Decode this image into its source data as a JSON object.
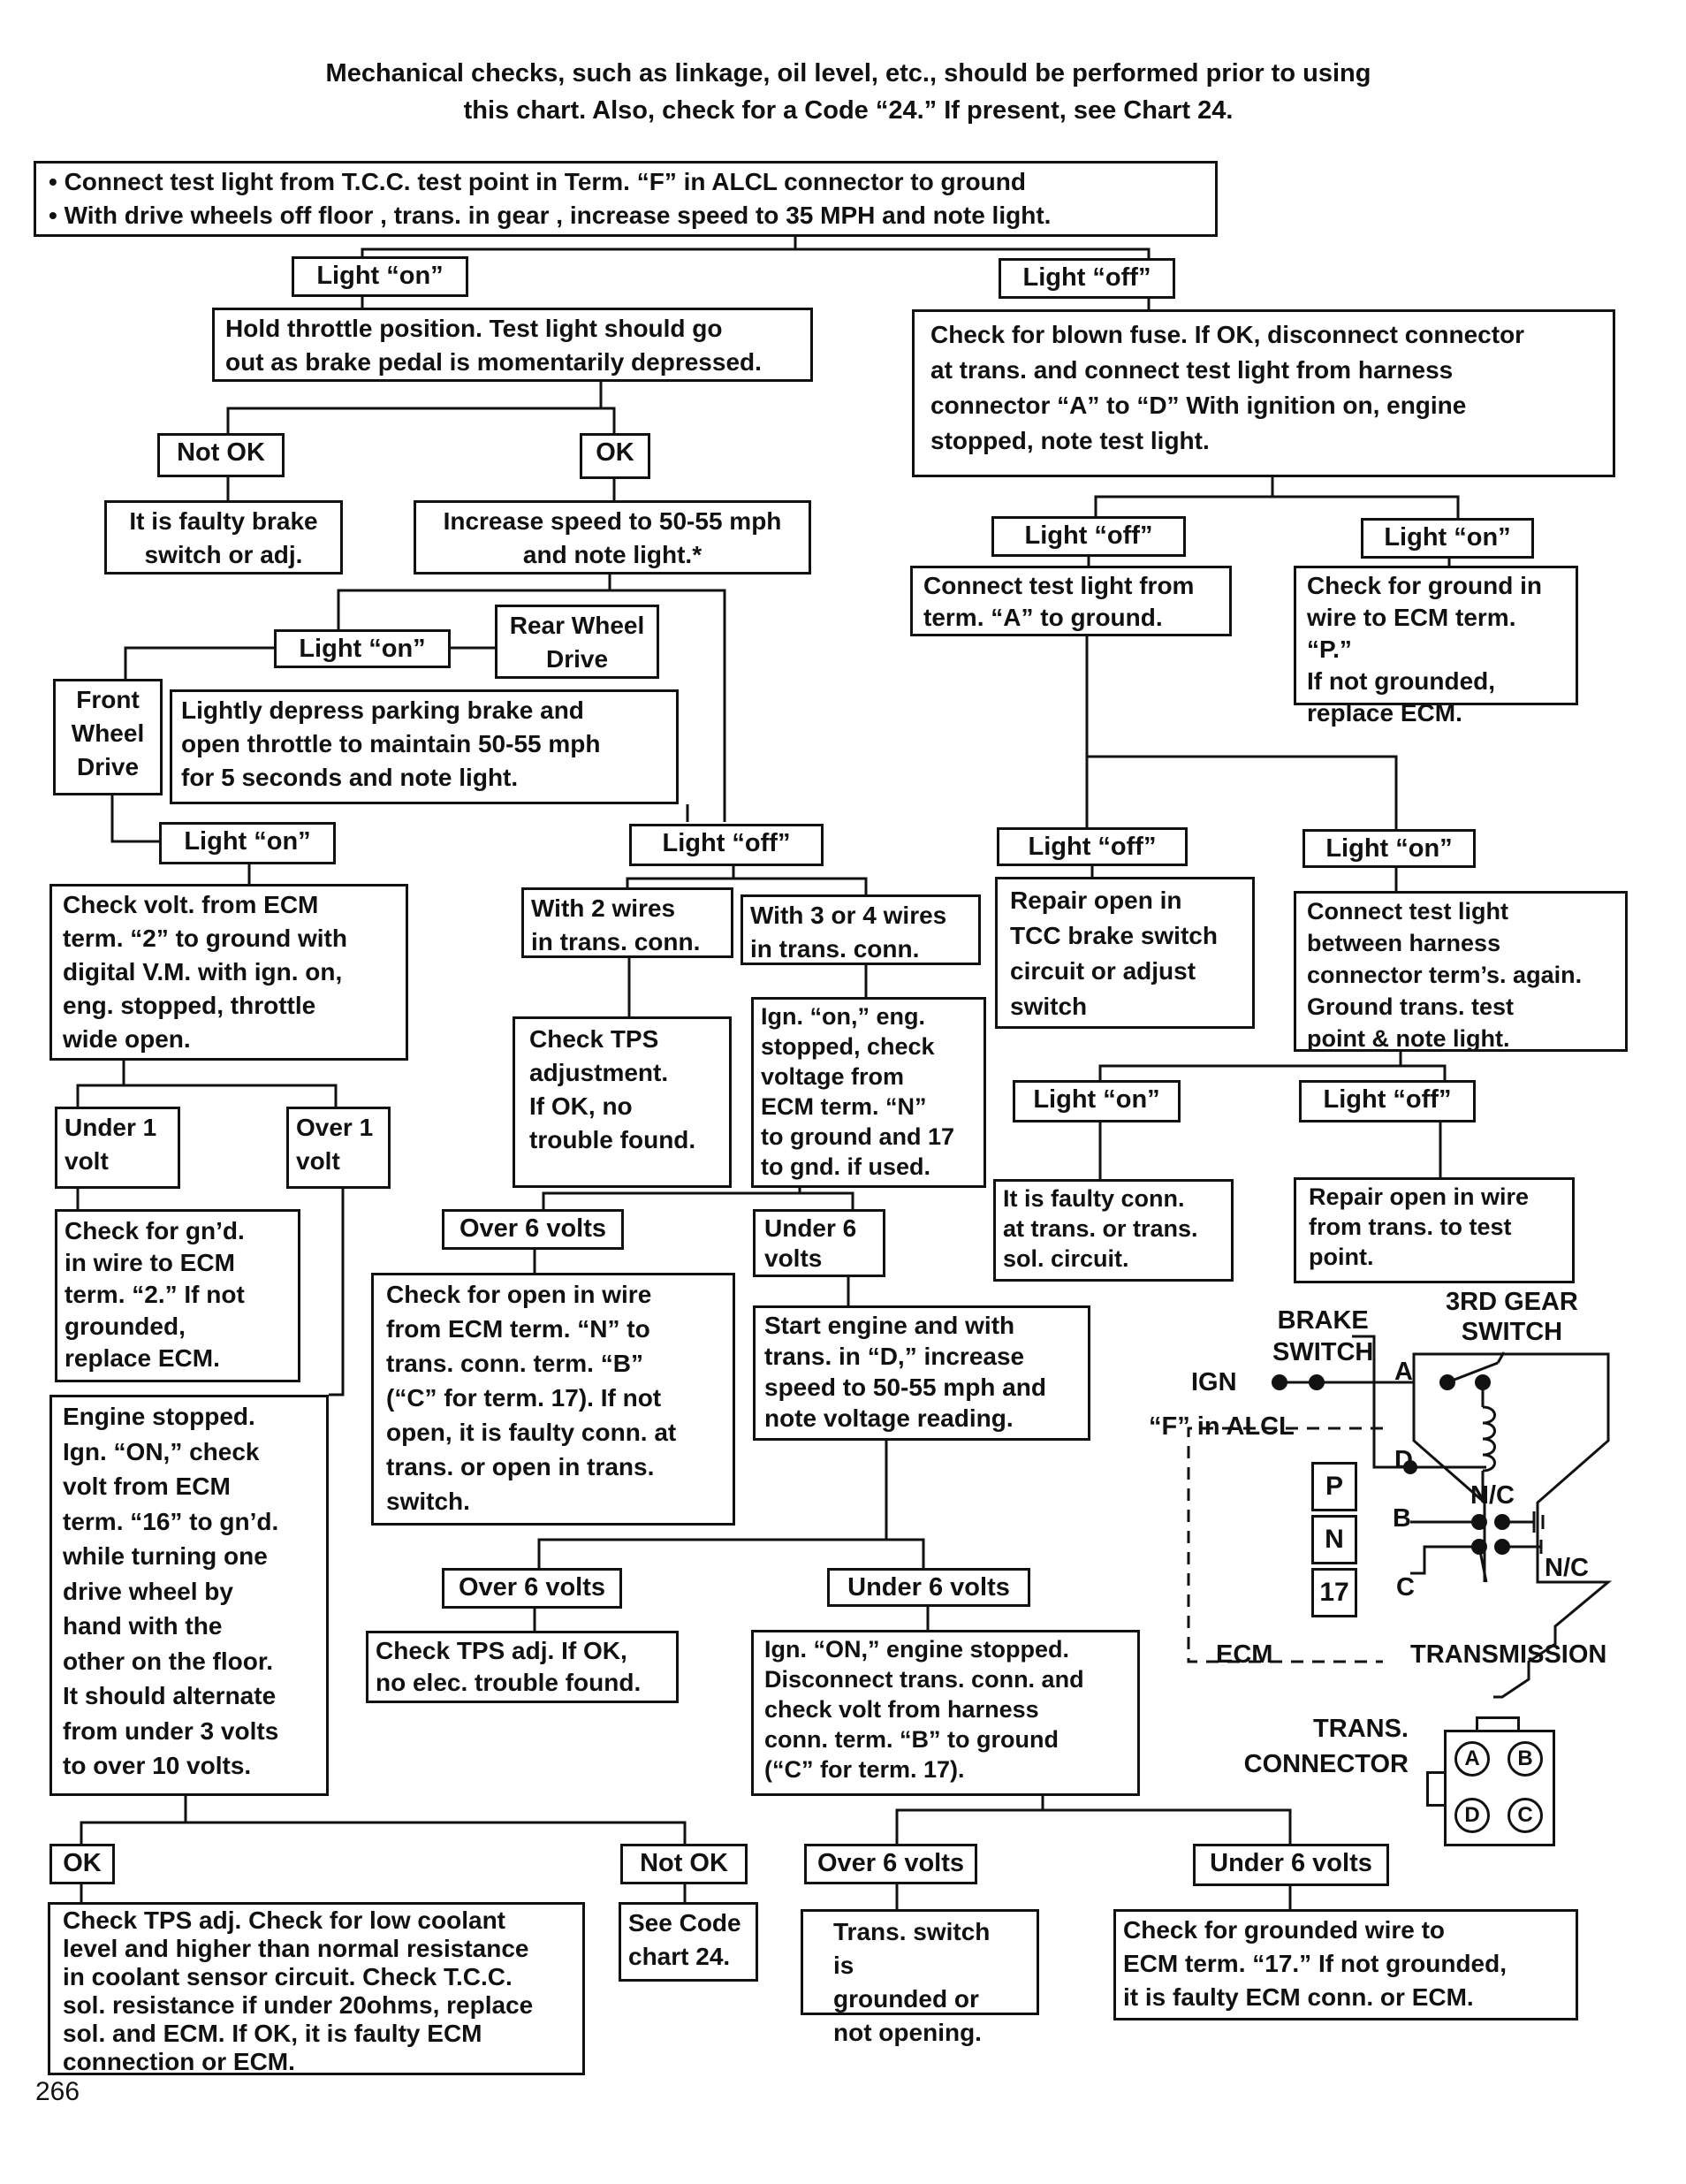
{
  "intro": "Mechanical checks, such as linkage, oil level, etc., should be performed prior to using\nthis chart.  Also, check for a Code “24.” If present, see Chart 24.",
  "page_number": "266",
  "boxes": {
    "start": "• Connect test light from T.C.C. test point in Term. “F” in ALCL connector to ground\n• With drive wheels off floor , trans. in gear , increase speed to 35 MPH and note light.",
    "hold_throttle": "Hold throttle position. Test light should go\nout as brake pedal is momentarily depressed.",
    "faulty_brake": "It is faulty brake\nswitch or adj.",
    "increase_speed": "Increase speed to 50-55 mph\nand note light.*",
    "rear_wheel": "Rear Wheel\nDrive",
    "front_wheel": "Front\nWheel\nDrive",
    "parking_brake": "Lightly depress parking brake and\nopen throttle to maintain 50-55 mph\nfor 5 seconds and note light.",
    "check_volt_ecm2": "Check volt. from ECM\nterm. “2” to ground with\ndigital V.M. with ign. on,\neng. stopped, throttle\nwide open.",
    "under1": "Under 1\nvolt",
    "over1": "Over 1\nvolt",
    "check_gnd_ecm2": "Check for gn’d.\nin wire to ECM\nterm. “2.” If not\ngrounded,\nreplace ECM.",
    "engine_stopped16": "Engine stopped.\nIgn. “ON,” check\nvolt from ECM\nterm. “16” to gn’d.\nwhile turning one\ndrive wheel by\nhand with the\nother on the floor.\nIt should alternate\nfrom under 3 volts\nto over 10 volts.",
    "check_tps_coolant": "Check TPS adj. Check for low coolant\nlevel and higher than normal resistance\nin coolant sensor circuit. Check T.C.C.\nsol. resistance if under 20ohms, replace\nsol. and ECM. If OK, it is faulty ECM\nconnection or ECM.",
    "see_code24": "See Code\nchart 24.",
    "two_wires": "With 2 wires\nin trans. conn.",
    "three_four_wires": "With 3 or 4 wires\nin trans. conn.",
    "check_tps_adj": "Check TPS\nadjustment.\nIf OK, no\ntrouble found.",
    "ign_on_N": "Ign. “on,” eng.\nstopped, check\nvoltage from\nECM term. “N”\nto ground and 17\nto gnd. if used.",
    "check_open_N": "Check for open in wire\nfrom ECM term. “N” to\ntrans. conn. term. “B”\n(“C” for term. 17). If not\nopen, it is faulty conn. at\ntrans. or open in trans.\nswitch.",
    "start_engine": "Start engine and with\ntrans. in “D,” increase\nspeed to 50-55 mph and\nnote voltage reading.",
    "check_tps_no_elec": "Check TPS adj. If OK,\nno elec. trouble found.",
    "ign_on_disconnect": "Ign. “ON,” engine stopped.\nDisconnect trans. conn. and\ncheck volt from harness\nconn. term. “B” to ground\n(“C” for term. 17).",
    "trans_switch_grounded": "Trans. switch is\ngrounded or\nnot opening.",
    "check_grounded_17": "Check for grounded wire to\nECM term. “17.” If not grounded,\nit is faulty ECM conn. or ECM.",
    "check_blown_fuse": "Check for blown fuse.  If OK, disconnect connector\nat trans. and connect test light from harness\nconnector “A” to “D”  With ignition on, engine\nstopped, note test light.",
    "connect_A_ground": "Connect test light from\nterm. “A” to ground.",
    "check_ground_P": "Check for ground in\nwire to ECM term. “P.”\nIf not grounded,\nreplace ECM.",
    "repair_tcc": "Repair open in\nTCC brake switch\ncircuit or adjust\nswitch",
    "connect_harness": "Connect test light\nbetween harness\nconnector term’s. again.\nGround trans. test\npoint & note light.",
    "faulty_conn": "It is faulty conn.\nat trans. or trans.\nsol. circuit.",
    "repair_open_wire": "Repair open in wire\nfrom trans. to test\npoint."
  },
  "labels": {
    "light_on": "Light “on”",
    "light_off": "Light “off”",
    "not_ok": "Not OK",
    "ok": "OK",
    "over6": "Over 6 volts",
    "under6": "Under 6 volts",
    "under6_wrap": "Under 6\nvolts"
  },
  "circuit": {
    "brake_switch": "BRAKE\nSWITCH",
    "third_gear": "3RD GEAR\nSWITCH",
    "ign": "IGN",
    "f_alcl": "“F” in ALCL",
    "pin_P": "P",
    "pin_N": "N",
    "pin_17": "17",
    "A": "A",
    "B": "B",
    "C": "C",
    "D": "D",
    "nc1": "N/C",
    "nc2": "N/C",
    "ecm": "ECM",
    "transmission": "TRANSMISSION",
    "trans_connector": "TRANS.\nCONNECTOR",
    "conn_A": "A",
    "conn_B": "B",
    "conn_C": "C",
    "conn_D": "D"
  }
}
